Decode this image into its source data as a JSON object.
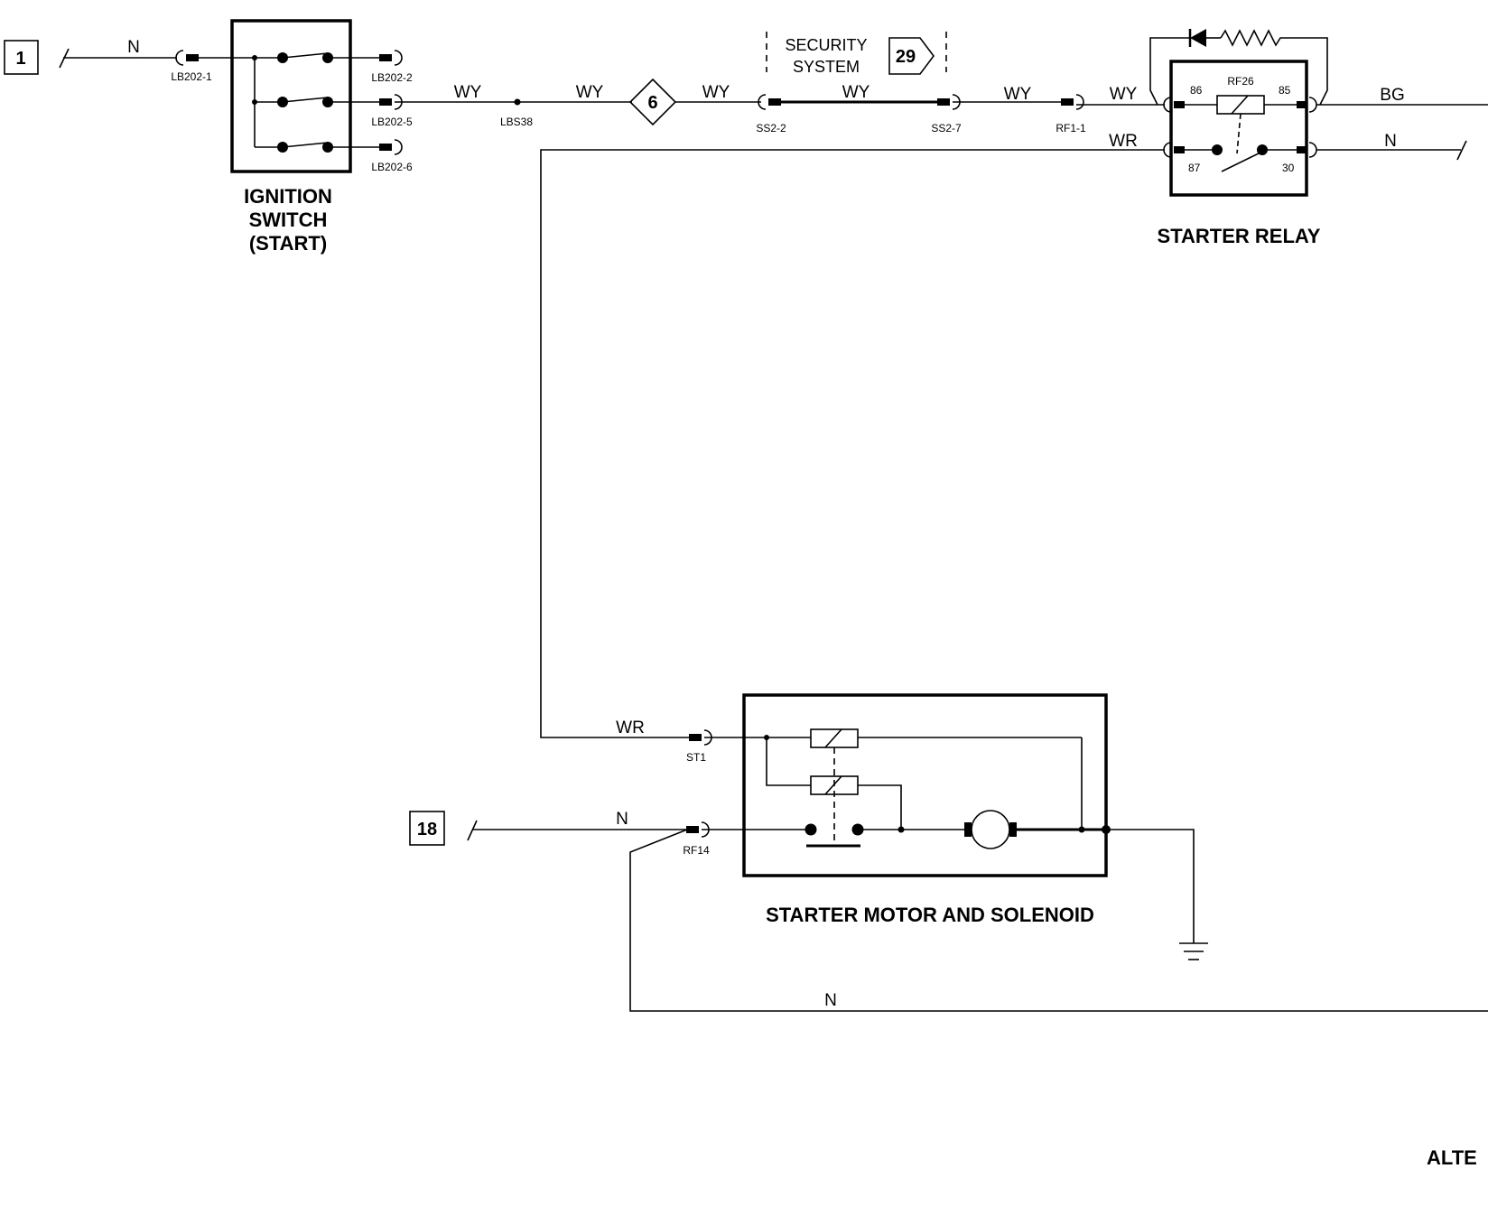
{
  "diagram": {
    "refs": {
      "ref1": "1",
      "ref6": "6",
      "ref18": "18",
      "ref29": "29"
    },
    "security": {
      "line1": "SECURITY",
      "line2": "SYSTEM"
    },
    "wires": {
      "n_top": "N",
      "wy1": "WY",
      "wy2": "WY",
      "wy3": "WY",
      "wy4": "WY",
      "wy5": "WY",
      "wy6": "WY",
      "bg": "BG",
      "wr_top": "WR",
      "n_relay": "N",
      "wr_bottom": "WR",
      "n_motor": "N",
      "n_bottom": "N"
    },
    "connectors": {
      "lb202_1": "LB202-1",
      "lb202_2": "LB202-2",
      "lb202_5": "LB202-5",
      "lb202_6": "LB202-6",
      "lbs38": "LBS38",
      "ss2_2": "SS2-2",
      "ss2_7": "SS2-7",
      "rf1_1": "RF1-1",
      "st1": "ST1",
      "rf14": "RF14"
    },
    "relay_pins": {
      "p86": "86",
      "p85": "85",
      "p87": "87",
      "p30": "30",
      "rf26": "RF26"
    },
    "components": {
      "ignition_l1": "IGNITION",
      "ignition_l2": "SWITCH",
      "ignition_l3": "(START)",
      "starter_relay": "STARTER RELAY",
      "starter_motor": "STARTER MOTOR AND SOLENOID"
    },
    "footer": "ALTE"
  }
}
